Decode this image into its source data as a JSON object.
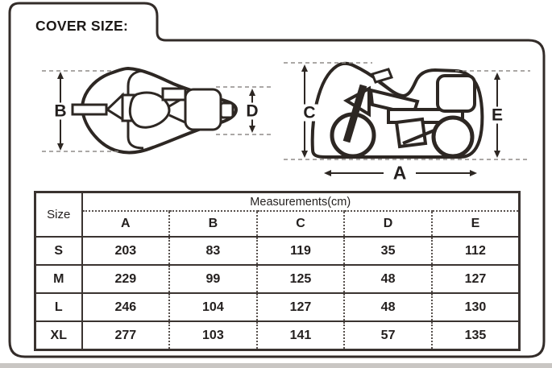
{
  "page": {
    "title": "COVER SIZE:"
  },
  "diagrams": {
    "top_view": {
      "labels": {
        "b": "B",
        "d": "D"
      }
    },
    "side_view": {
      "labels": {
        "c": "C",
        "e": "E",
        "a": "A"
      }
    }
  },
  "table": {
    "size_header": "Size",
    "measurements_header": "Measurements(cm)",
    "columns": [
      "A",
      "B",
      "C",
      "D",
      "E"
    ],
    "rows": [
      {
        "size": "S",
        "values": [
          "203",
          "83",
          "119",
          "35",
          "112"
        ]
      },
      {
        "size": "M",
        "values": [
          "229",
          "99",
          "125",
          "48",
          "127"
        ]
      },
      {
        "size": "L",
        "values": [
          "246",
          "104",
          "127",
          "48",
          "130"
        ]
      },
      {
        "size": "XL",
        "values": [
          "277",
          "103",
          "141",
          "57",
          "135"
        ]
      }
    ]
  },
  "colors": {
    "line": "#2d2723",
    "table_border": "#3a3330",
    "dashed": "#8f8b88",
    "background": "#ffffff"
  }
}
